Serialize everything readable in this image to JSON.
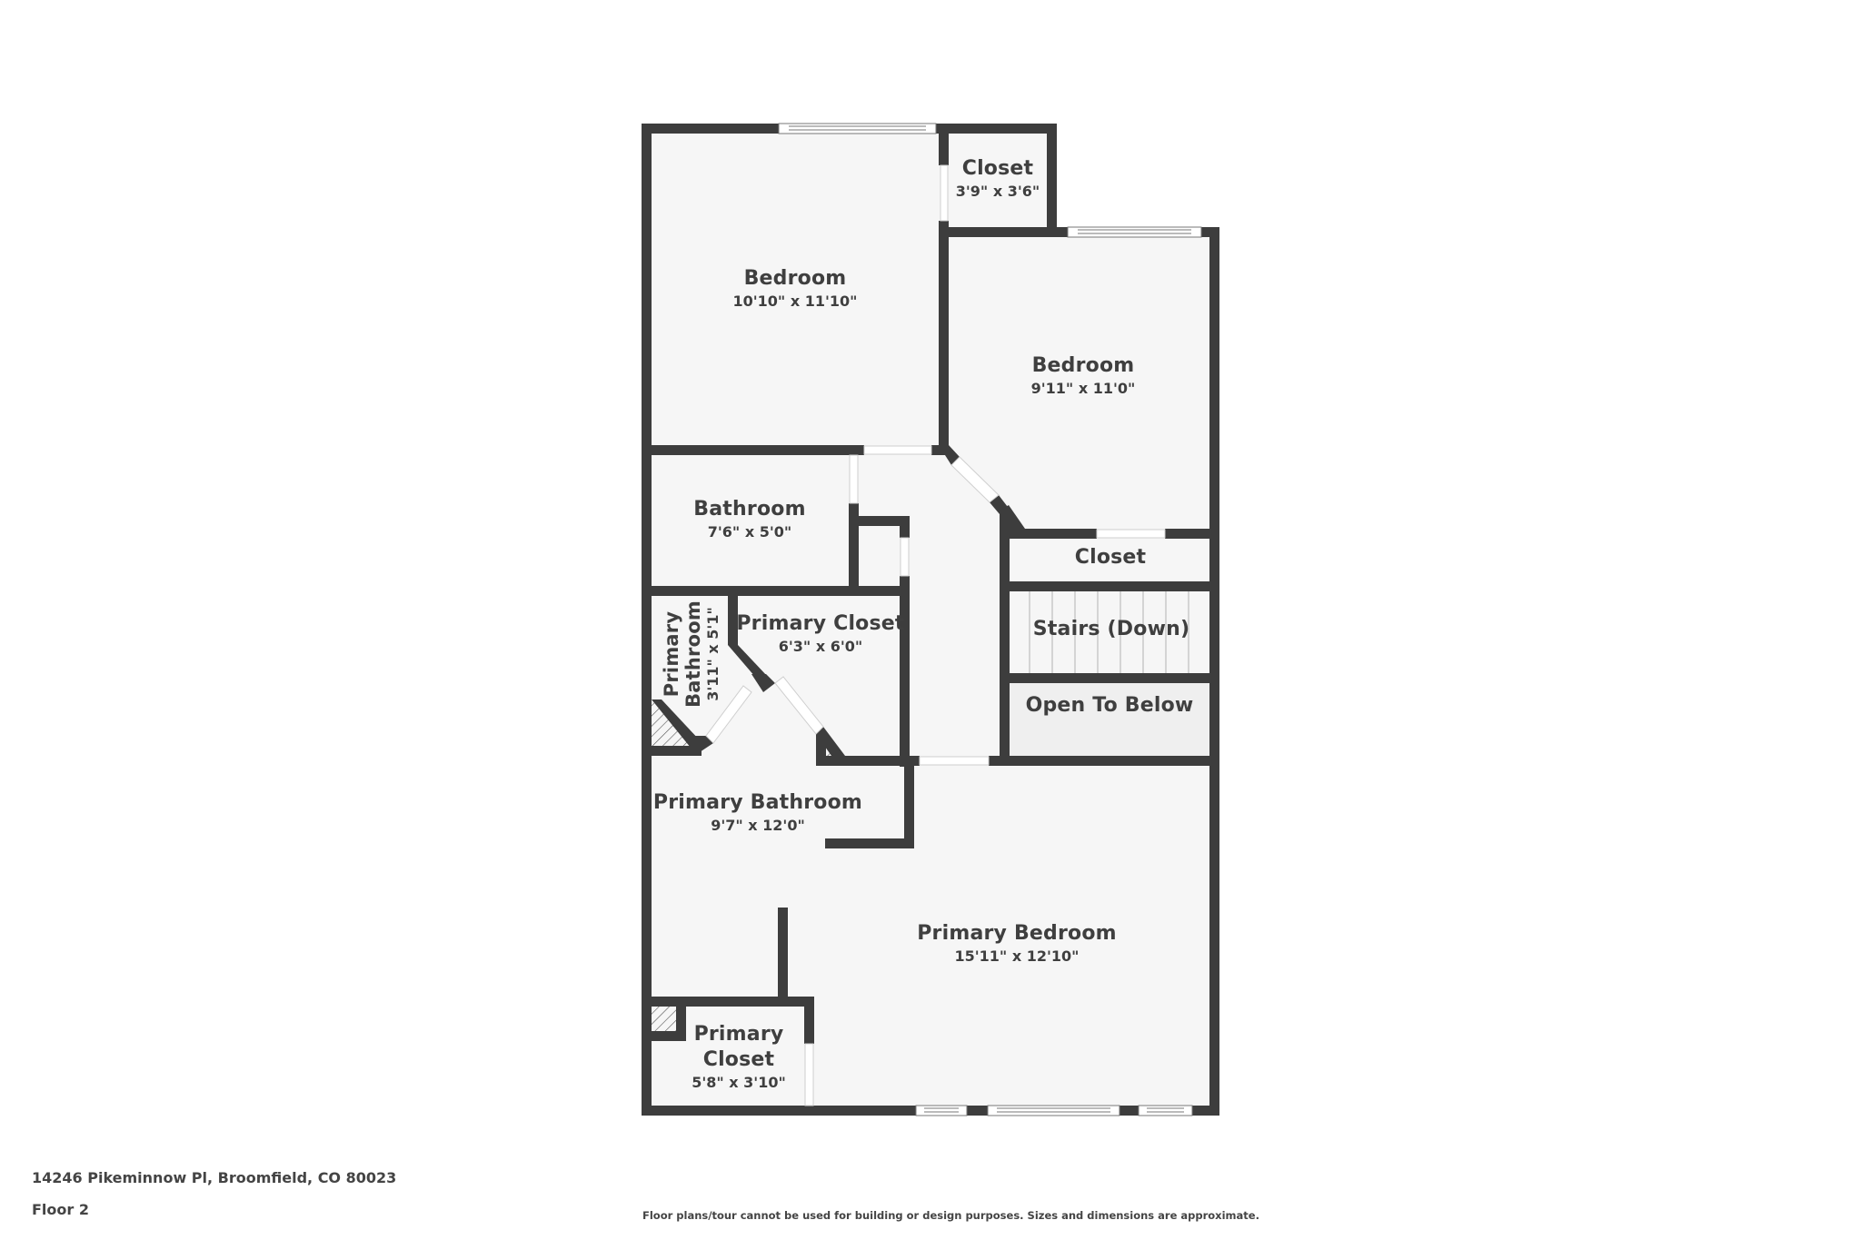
{
  "floor_plan": {
    "floor_label": "Floor 2",
    "address": "14246 Pikeminnow Pl, Broomfield, CO 80023",
    "disclaimer": "Floor plans/tour cannot be used for building or design purposes. Sizes and dimensions are approximate.",
    "colors": {
      "wall": "#3d3d3d",
      "floor": "#f6f6f6",
      "open_to_below": "#efefef",
      "door": "#ffffff",
      "text": "#3f3f3f"
    },
    "rooms": [
      {
        "id": "bedroom-1",
        "name": "Bedroom",
        "dimensions": "10'10\" x 11'10\""
      },
      {
        "id": "closet-1",
        "name": "Closet",
        "dimensions": "3'9\" x 3'6\""
      },
      {
        "id": "bedroom-2",
        "name": "Bedroom",
        "dimensions": "9'11\" x 11'0\""
      },
      {
        "id": "bathroom",
        "name": "Bathroom",
        "dimensions": "7'6\" x 5'0\""
      },
      {
        "id": "closet-2",
        "name": "Closet",
        "dimensions": ""
      },
      {
        "id": "stairs",
        "name": "Stairs (Down)",
        "dimensions": ""
      },
      {
        "id": "primary-closet-1",
        "name": "Primary Closet",
        "dimensions": "6'3\" x 6'0\""
      },
      {
        "id": "primary-bathroom-small",
        "name_line1": "Primary",
        "name_line2": "Bathroom",
        "dimensions": "3'11\" x 5'1\""
      },
      {
        "id": "open-to-below",
        "name": "Open To Below",
        "dimensions": ""
      },
      {
        "id": "primary-bathroom",
        "name": "Primary Bathroom",
        "dimensions": "9'7\" x 12'0\""
      },
      {
        "id": "primary-bedroom",
        "name": "Primary Bedroom",
        "dimensions": "15'11\" x 12'10\""
      },
      {
        "id": "primary-closet-2",
        "name_line1": "Primary",
        "name_line2": "Closet",
        "dimensions": "5'8\" x 3'10\""
      }
    ]
  }
}
